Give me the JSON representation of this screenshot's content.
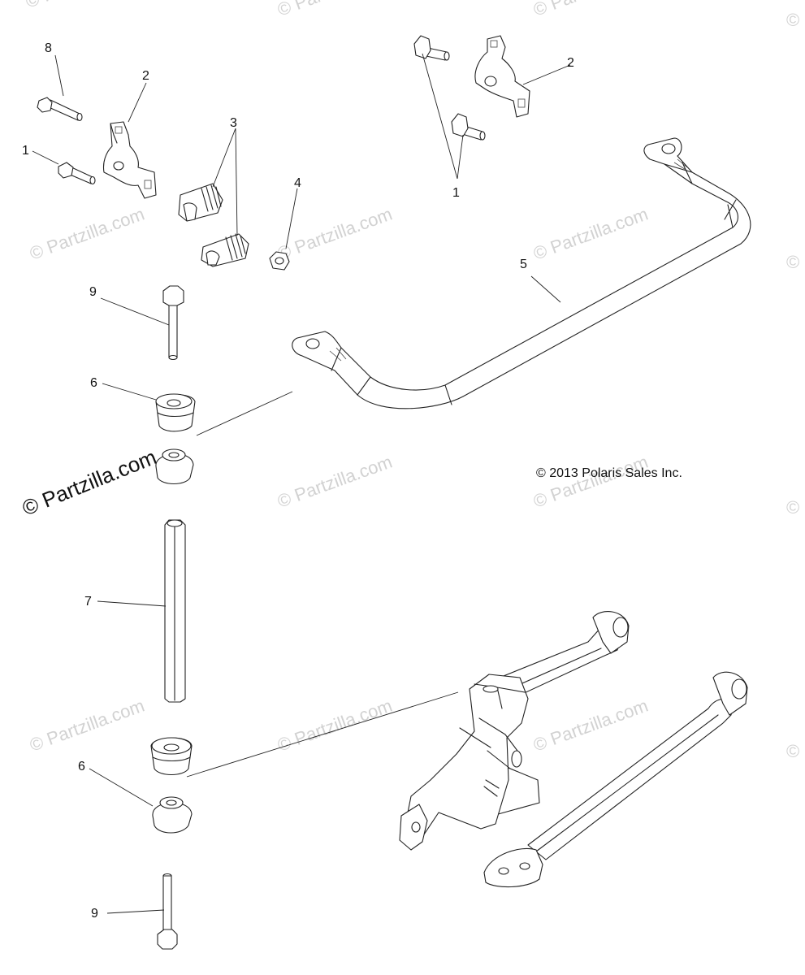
{
  "diagram": {
    "copyright": "© 2013 Polaris Sales Inc.",
    "watermark_text": "© Partzilla.com",
    "watermark_main": "© Partzilla.com",
    "callouts": {
      "c1a": "1",
      "c1b": "1",
      "c2a": "2",
      "c2b": "2",
      "c3": "3",
      "c4": "4",
      "c5": "5",
      "c6a": "6",
      "c6b": "6",
      "c7": "7",
      "c8": "8",
      "c9a": "9",
      "c9b": "9"
    }
  }
}
